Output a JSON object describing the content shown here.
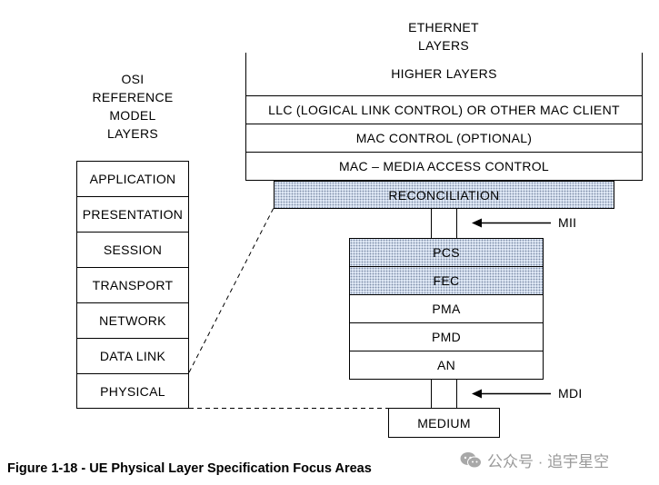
{
  "ethernet": {
    "title_line1": "ETHERNET",
    "title_line2": "LAYERS",
    "layers": [
      "HIGHER LAYERS",
      "LLC (LOGICAL LINK CONTROL) OR OTHER MAC CLIENT",
      "MAC CONTROL (OPTIONAL)",
      "MAC – MEDIA ACCESS CONTROL"
    ],
    "reconciliation": "RECONCILIATION",
    "phy_layers": [
      "PCS",
      "FEC",
      "PMA",
      "PMD",
      "AN"
    ],
    "medium": "MEDIUM",
    "mii_label": "MII",
    "mdi_label": "MDI"
  },
  "osi": {
    "title_line1": "OSI",
    "title_line2": "REFERENCE",
    "title_line3": "MODEL",
    "title_line4": "LAYERS",
    "layers": [
      "APPLICATION",
      "PRESENTATION",
      "SESSION",
      "TRANSPORT",
      "NETWORK",
      "DATA LINK",
      "PHYSICAL"
    ]
  },
  "caption": "Figure 1-18 - UE Physical Layer Specification Focus Areas",
  "watermark": "公众号 · 追宇星空",
  "colors": {
    "highlight_fill": "#dfe8f5",
    "highlight_dots": "#7d8da8",
    "watermark": "#9a9a9a"
  }
}
